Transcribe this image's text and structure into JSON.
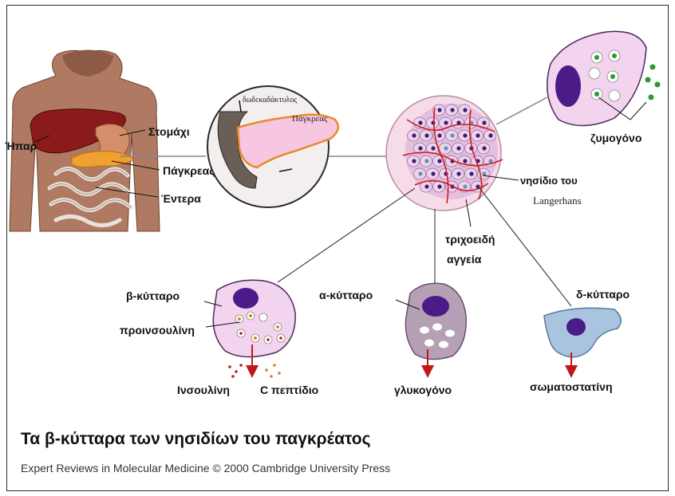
{
  "labels": {
    "liver": "Ήπαρ",
    "stomach": "Στομάχι",
    "pancreas": "Πάγκρεας",
    "intestine": "Έντερα",
    "duodenum": "δωδεκαδάκτυλος",
    "pancreas_zoom": "Πάγκρεας",
    "zymogen": "ζυμογόνο",
    "islet_line1": "νησίδιο του",
    "islet_line2": "Langerhans",
    "capillaries_line1": "τριχοειδή",
    "capillaries_line2": "αγγεία",
    "beta_cell": "β-κύτταρο",
    "proinsulin": "προινσουλίνη",
    "insulin": "Ινσουλίνη",
    "c_peptide": "C πεπτίδιο",
    "alpha_cell": "α-κύτταρο",
    "glucagon": "γλυκογόνο",
    "delta_cell": "δ-κύτταρο",
    "somatostatin": "σωματοστατίνη"
  },
  "caption": {
    "title": "Τα β-κύτταρα των νησιδίων του παγκρέατος",
    "credit": "Expert Reviews in Molecular Medicine © 2000 Cambridge University Press"
  },
  "colors": {
    "torso": "#b07a62",
    "liver": "#8b1a1a",
    "pancreas": "#f0a030",
    "cell_pink": "#f3d4ef",
    "nucleus": "#4b1c88",
    "alpha_cell": "#b5a0b5",
    "delta_cell": "#a8c4de",
    "zymogen_green": "#2c9a2c",
    "arrow_red": "#c01818"
  }
}
